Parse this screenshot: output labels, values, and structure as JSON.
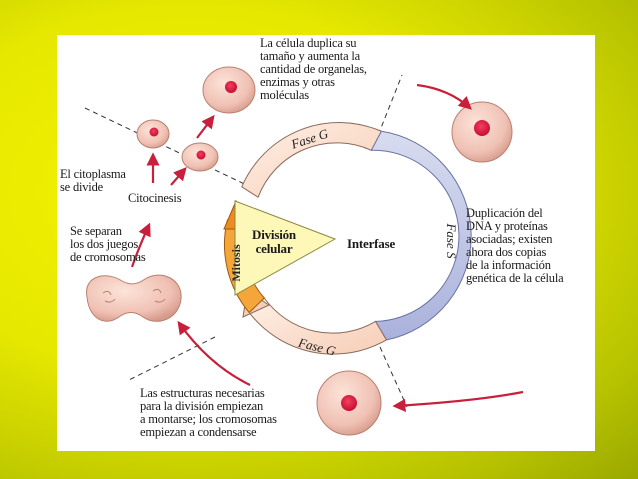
{
  "colors": {
    "background": "#e6e800",
    "cycle_ring": "#fbe3d3",
    "phase_s": "#c2c8e6",
    "mitosis": "#f4a63a",
    "arrow_red": "#c8203c",
    "cell_body": "#efc1b4",
    "nucleus": "#d8103c"
  },
  "diagram": {
    "center_label_line1": "División",
    "center_label_line2": "celular",
    "interphase_label": "Interfase",
    "phase_g1_label": "Fase G",
    "phase_s_label": "Fase S",
    "phase_g2_label": "Fase G",
    "mitosis_label": "Mitosis",
    "cytokinesis_label": "Citocinesis",
    "cytoplasm_divides": [
      "El citoplasma",
      "se divide"
    ],
    "chromosome_sets": [
      "Se separan",
      "los dos juegos",
      "de cromosomas"
    ],
    "cell_growth": [
      "La célula duplica su",
      "tamaño y aumenta la",
      "cantidad de organelas,",
      "enzimas y otras",
      "moléculas"
    ],
    "dna_duplication": [
      "Duplicación del",
      "DNA y proteínas",
      "asociadas; existen",
      "ahora dos copias",
      "de la información",
      "genética de la célula"
    ],
    "division_prep": [
      "Las estructuras necesarias",
      "para la división empiezan",
      "a montarse; los cromosomas",
      "empiezan a condensarse"
    ]
  }
}
